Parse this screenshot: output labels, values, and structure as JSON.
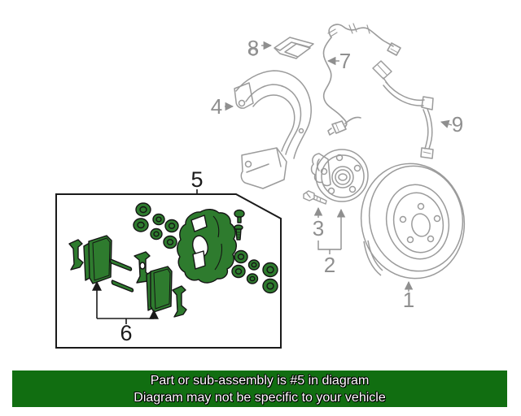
{
  "banner": {
    "line1": "Part or sub-assembly is #5 in diagram",
    "line2": "Diagram may not be specific to your vehicle",
    "bg_color": "#116e11",
    "text_color": "#ffffff",
    "outline_color": "#000000"
  },
  "diagram": {
    "type": "exploded-parts-diagram",
    "subject": "front disc brake components",
    "highlighted_part": "5",
    "colors": {
      "background": "#ffffff",
      "line_art": "#9b9b9b",
      "gray_label": "#8f8f8f",
      "highlight_fill": "#2e7b2e",
      "highlight_stroke": "#141414",
      "box_stroke": "#1a1a1a"
    },
    "callouts": [
      {
        "id": "brake-rotor",
        "label": "1",
        "highlighted": false
      },
      {
        "id": "hub-and-bearing",
        "label": "2",
        "highlighted": false
      },
      {
        "id": "hub-bolt",
        "label": "3",
        "highlighted": false
      },
      {
        "id": "splash-shield",
        "label": "4",
        "highlighted": false
      },
      {
        "id": "caliper-assembly",
        "label": "5",
        "highlighted": true
      },
      {
        "id": "brake-pad-set",
        "label": "6",
        "highlighted": true
      },
      {
        "id": "abs-sensor-wire",
        "label": "7",
        "highlighted": false
      },
      {
        "id": "retainer-clip",
        "label": "8",
        "highlighted": false
      },
      {
        "id": "brake-hose",
        "label": "9",
        "highlighted": false
      }
    ]
  }
}
